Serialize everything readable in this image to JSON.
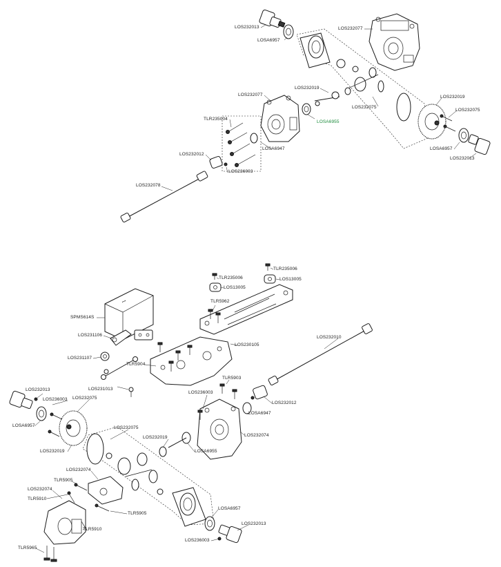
{
  "labels": [
    "LOS232013",
    "LOSA6957",
    "LOS232077",
    "LOS232019",
    "LOS232077",
    "LOSA6955",
    "LOS232075",
    "LOS232019",
    "LOS232075",
    "TLR235004",
    "LOSA6947",
    "LOSA6957",
    "LOS232013",
    "LOS232012",
    "LOS236003",
    "LOS232078",
    "TLR235006",
    "LOS13005",
    "TLR235006",
    "LOS13005",
    "TLR5962",
    "SPMS614S",
    "LOS231106",
    "LOS230105",
    "LOS232010",
    "LOS231107",
    "TLR5904",
    "LOS231013",
    "TLR5903",
    "LOS232013",
    "LOS236003",
    "LOS232075",
    "LOS236003",
    "LOS232012",
    "LOSA6957",
    "LOSA6947",
    "LOS232075",
    "LOS232019",
    "LOS232074",
    "LOSA6955",
    "LOS232019",
    "LOS232074",
    "TLR5905",
    "LOS232074",
    "TLR5910",
    "TLR5905",
    "TLR5910",
    "LOSA6957",
    "LOS232013",
    "TLR5965",
    "LOS236003"
  ],
  "colors": {
    "ink": "#1a1a1a",
    "green_label": "#1a8a3a"
  }
}
